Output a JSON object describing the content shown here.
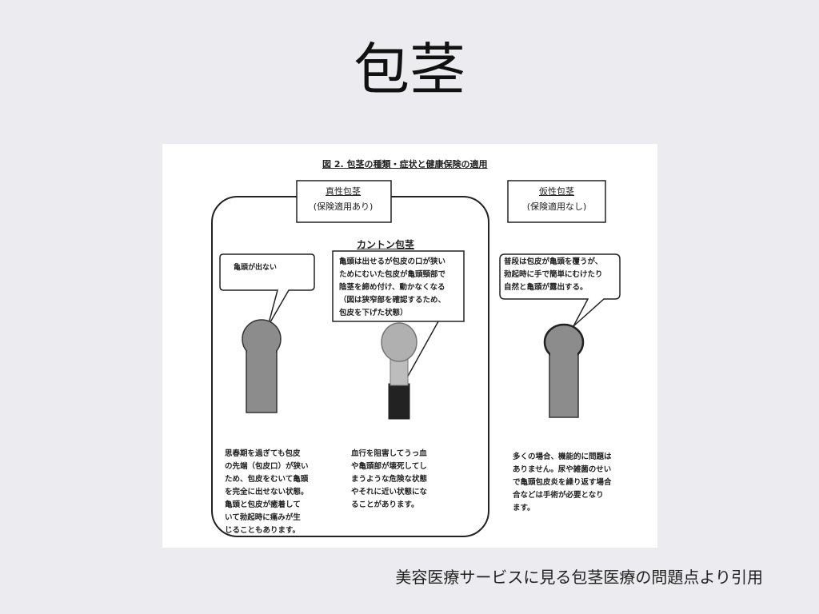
{
  "slide": {
    "title": "包茎",
    "source": "美容医療サービスに見る包茎医療の問題点より引用"
  },
  "figure": {
    "caption": "図 2. 包茎の種類・症状と健康保険の適用",
    "true_phimosis": {
      "label": "真性包茎",
      "insurance": "(保険適用あり)",
      "bubble": "亀頭が出ない",
      "description": "思春期を過ぎても包皮\nの先端（包皮口）が狭い\nため、包皮をむいて亀頭\nを完全に出せない状態。\n亀頭と包皮が癒着して\nいて勃起時に痛みが生\nじることもあります。"
    },
    "canton": {
      "label": "カントン包茎",
      "bubble": "亀頭は出せるが包皮の口が狭い\nためにむいた包皮が亀頭頸部で\n陰茎を締め付け、動かなくなる\n（図は狭窄部を確認するため、\n包皮を下げた状態）",
      "description": "血行を阻害してうっ血\nや亀頭部が壊死してし\nまうような危険な状態\nやそれに近い状態にな\nることがあります。"
    },
    "false_phimosis": {
      "label": "仮性包茎",
      "insurance": "(保険適用なし)",
      "bubble": "普段は包皮が亀頭を覆うが、\n勃起時に手で簡単にむけたり\n自然と亀頭が露出する。",
      "description": "多くの場合、機能的に問題は\nありません。尿や雑菌のせい\nで亀頭包皮炎を繰り返す場合\n合などは手術が必要となり\nます。"
    }
  }
}
